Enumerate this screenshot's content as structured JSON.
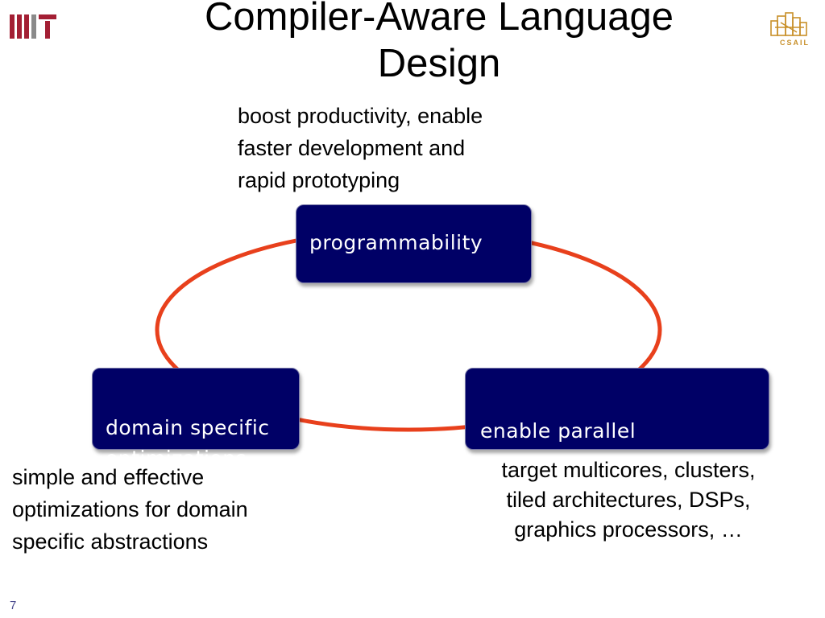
{
  "slide": {
    "title": "Compiler-Aware Language Design",
    "page_number": "7"
  },
  "logos": {
    "left": "MIT",
    "right": "CSAIL"
  },
  "colors": {
    "node_fill": "#000066",
    "cycle_stroke": "#e8401c",
    "mit_logo": "#a31f34",
    "csail_logo": "#c8902a",
    "page_number": "#4b4b8f"
  },
  "nodes": {
    "programmability": {
      "label": "programmability",
      "description": "boost productivity, enable\nfaster development and\nrapid prototyping"
    },
    "domain_specific": {
      "label": "domain specific\noptimizations",
      "description": "simple and effective\noptimizations for domain\nspecific abstractions"
    },
    "parallel": {
      "label": "enable parallel\nexecution",
      "description": "target multicores, clusters,\ntiled architectures, DSPs,\ngraphics processors, …"
    }
  }
}
